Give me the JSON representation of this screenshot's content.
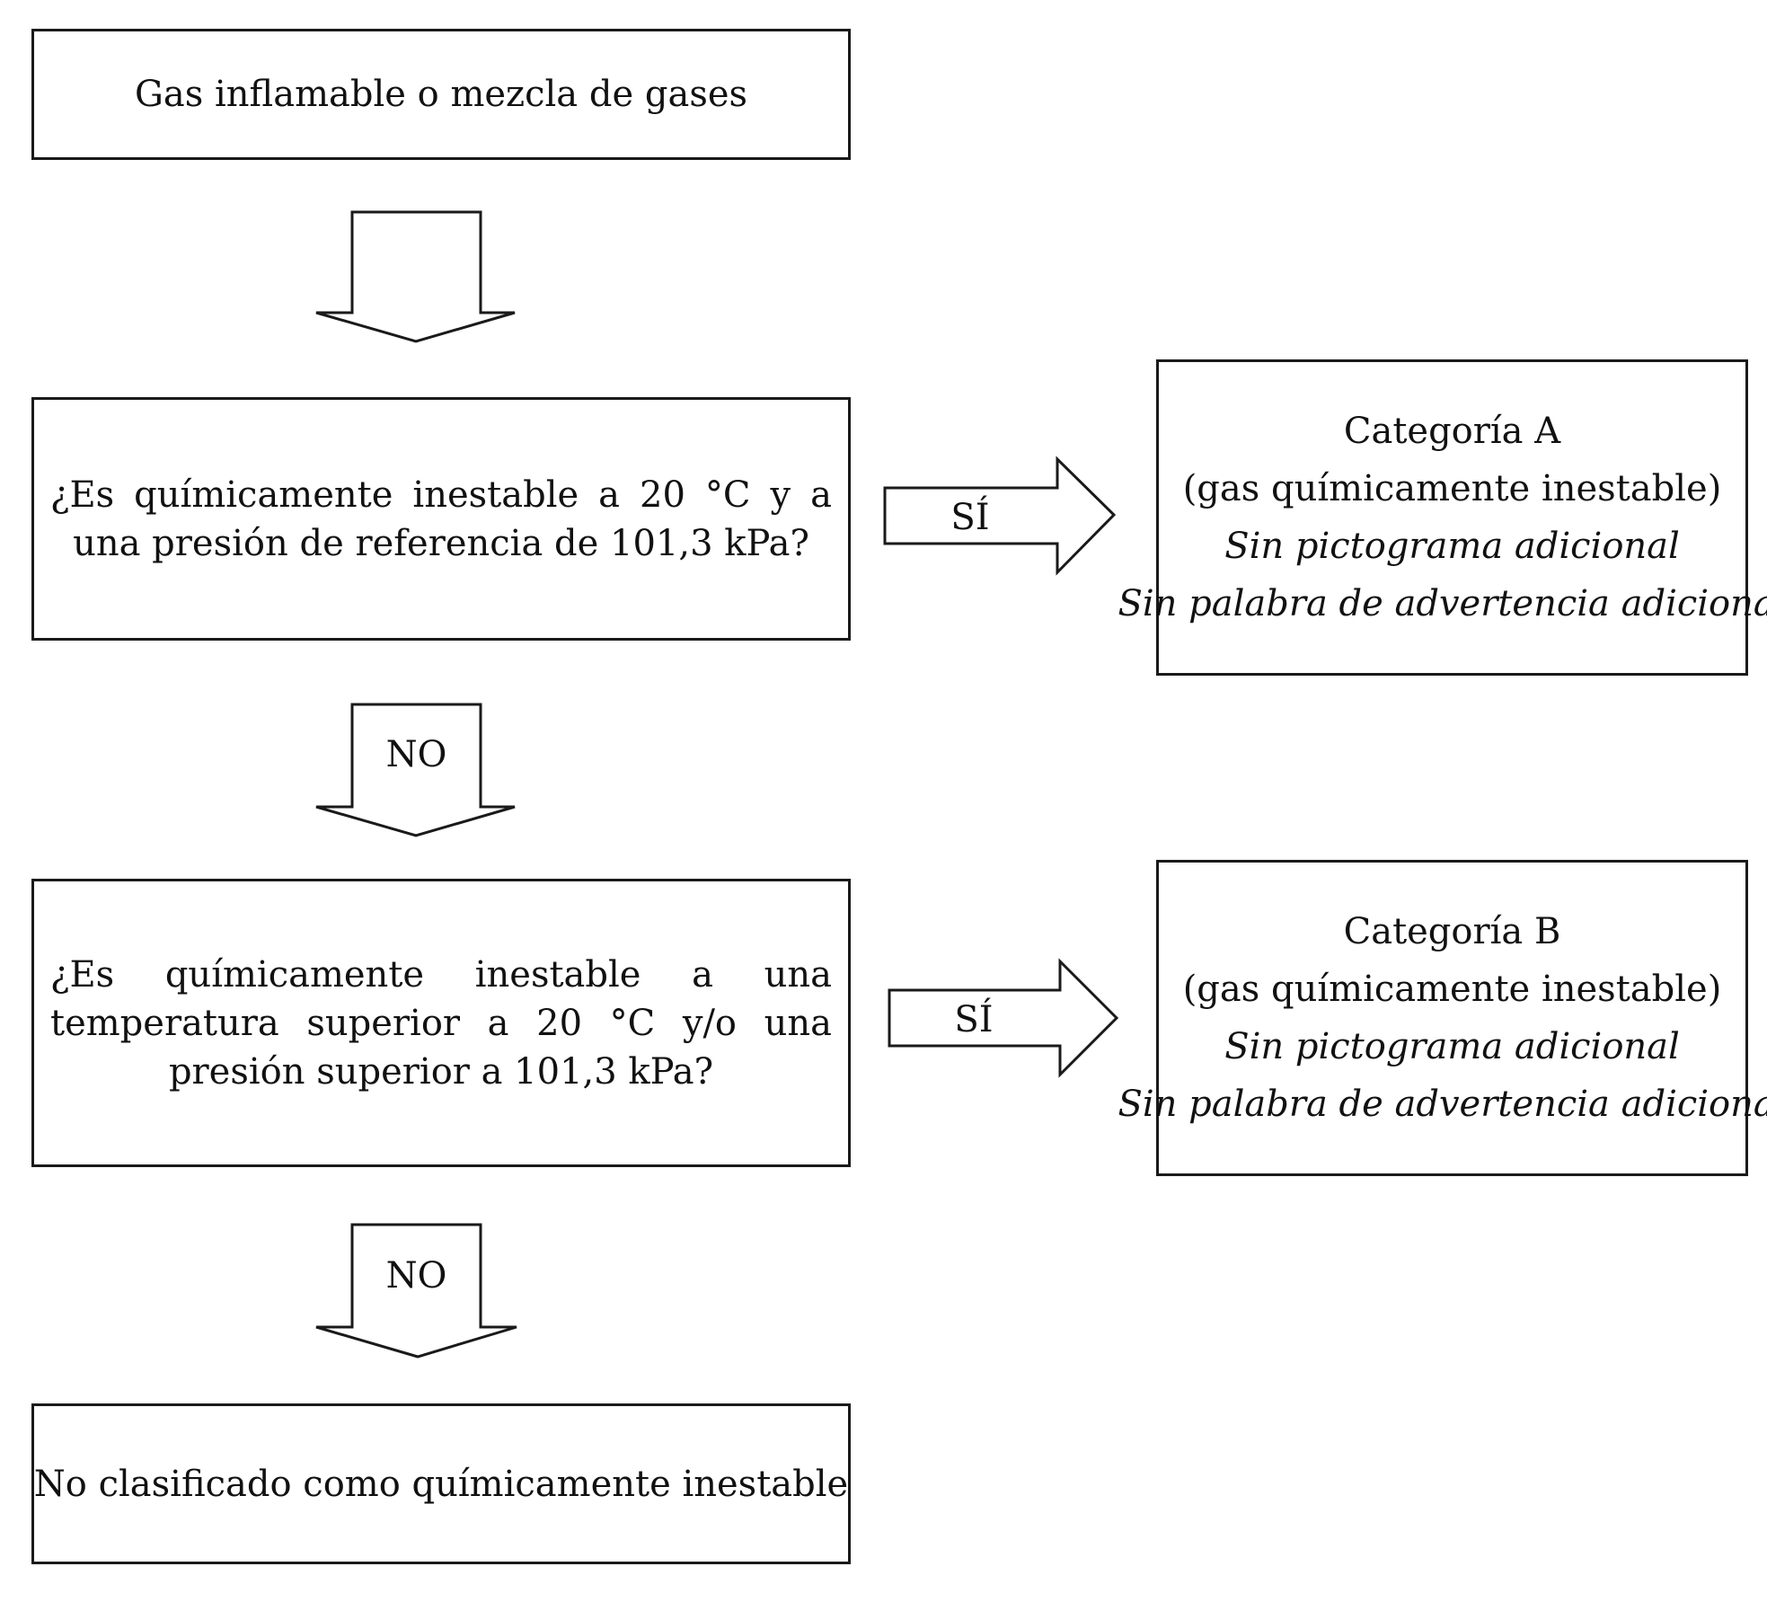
{
  "flow": {
    "start": "Gas inflamable o mezcla de gases",
    "question1": "¿Es químicamente inestable a 20 °C y a una presión de referencia de 101,3 kPa?",
    "question2": "¿Es químicamente inestable a una temperatura superior a 20 °C y/o una presión superior a 101,3 kPa?",
    "end": "No clasificado como químicamente inestable",
    "yes_label": "SÍ",
    "no_label": "NO"
  },
  "category_a": {
    "title": "Categoría A",
    "subtitle": "(gas químicamente inestable)",
    "pictogram": "Sin pictograma adicional",
    "signal_word": "Sin palabra de advertencia adicional"
  },
  "category_b": {
    "title": "Categoría B",
    "subtitle": "(gas químicamente inestable)",
    "pictogram": "Sin pictograma adicional",
    "signal_word": "Sin palabra de advertencia adicional"
  }
}
